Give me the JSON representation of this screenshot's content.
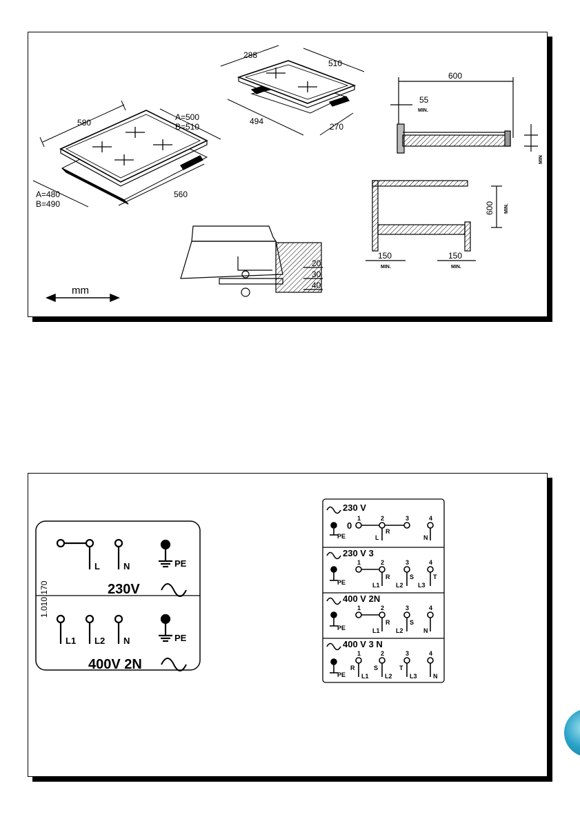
{
  "installation": {
    "hob_large": {
      "width": "580",
      "depth_a": "A=500",
      "depth_b": "B=510",
      "cutout_depth_a": "A=480",
      "cutout_depth_b": "B=490",
      "cutout_width": "560"
    },
    "hob_small": {
      "width": "288",
      "depth": "510",
      "cutout_width": "494",
      "cutout_depth": "270"
    },
    "worktop_section": {
      "depth": "600",
      "gap": "55",
      "gap_min": "MIN.",
      "thickness_min": "MIN"
    },
    "clearance": {
      "height": "600",
      "height_min": "MIN.",
      "side_left": "150",
      "side_left_min": "MIN.",
      "side_right": "150",
      "side_right_min": "MIN."
    },
    "thicknesses": [
      "20",
      "30",
      "40"
    ],
    "unit": "mm"
  },
  "terminal_plate": {
    "code": "1.010.170",
    "single_phase": {
      "terminals": [
        "L",
        "N"
      ],
      "earth": "PE",
      "voltage": "230V"
    },
    "two_phase": {
      "terminals": [
        "L1",
        "L2",
        "N"
      ],
      "earth": "PE",
      "voltage": "400V 2N"
    }
  },
  "wiring_table": {
    "sections": [
      {
        "title": "230 V",
        "earth": "PE",
        "zero": "0",
        "numbers": [
          "1",
          "2",
          "3",
          "4"
        ],
        "labels": [
          "L",
          "R",
          "N"
        ]
      },
      {
        "title": "230 V 3",
        "earth": "PE",
        "numbers": [
          "1",
          "2",
          "3",
          "4"
        ],
        "labels": [
          "L1",
          "R",
          "L2",
          "S",
          "L3",
          "T"
        ]
      },
      {
        "title": "400 V 2N",
        "earth": "PE",
        "numbers": [
          "1",
          "2",
          "3",
          "4"
        ],
        "labels": [
          "L1",
          "R",
          "L2",
          "S",
          "N"
        ]
      },
      {
        "title": "400 V 3 N",
        "earth": "PE",
        "numbers": [
          "1",
          "2",
          "3",
          "4"
        ],
        "labels": [
          "R",
          "L1",
          "S",
          "L2",
          "T",
          "L3",
          "N"
        ]
      }
    ]
  }
}
